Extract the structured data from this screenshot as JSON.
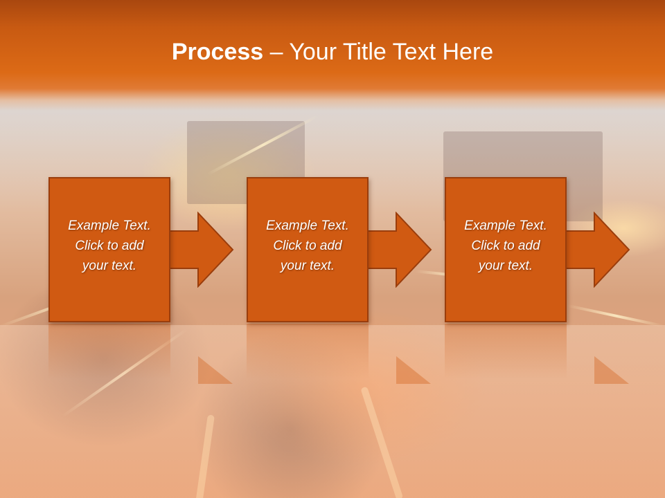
{
  "slide": {
    "title_strong": "Process",
    "title_rest": " – Your Title Text Here"
  },
  "steps": [
    {
      "text": "Example Text.\nClick  to add\nyour text."
    },
    {
      "text": "Example Text.\nClick  to add\nyour text."
    },
    {
      "text": "Example Text.\nClick  to add\nyour text."
    }
  ],
  "colors": {
    "header": "#c85a12",
    "box_fill": "#d05a12",
    "box_border": "#9a3d0c",
    "text": "#ffffff"
  }
}
